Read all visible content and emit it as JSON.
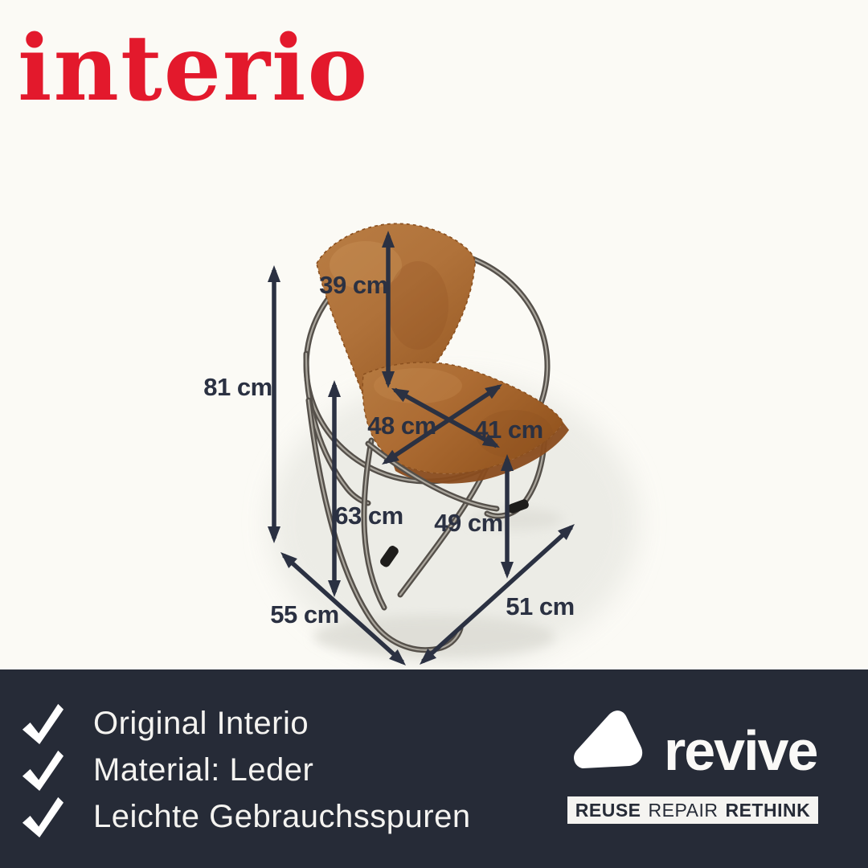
{
  "brand": {
    "name": "interio",
    "logo_color": "#e3192c"
  },
  "diagram": {
    "measurements": {
      "backrest_height": "39 cm",
      "total_height": "81 cm",
      "seat_width": "48 cm",
      "seat_depth": "41 cm",
      "frame_height": "63 cm",
      "seat_height": "49 cm",
      "total_depth": "55 cm",
      "total_width": "51 cm"
    },
    "arrow_color": "#2b3142",
    "leather_color": "#b06f38",
    "chrome_color": "#55504a",
    "background_color": "#fbfaf5"
  },
  "footer": {
    "background": "#262b37",
    "features": [
      {
        "label": "Original Interio"
      },
      {
        "label": "Material: Leder"
      },
      {
        "label": "Leichte Gebrauchsspuren"
      }
    ],
    "reseller": {
      "name": "revive",
      "tagline": [
        "REUSE",
        "REPAIR",
        "RETHINK"
      ]
    }
  }
}
